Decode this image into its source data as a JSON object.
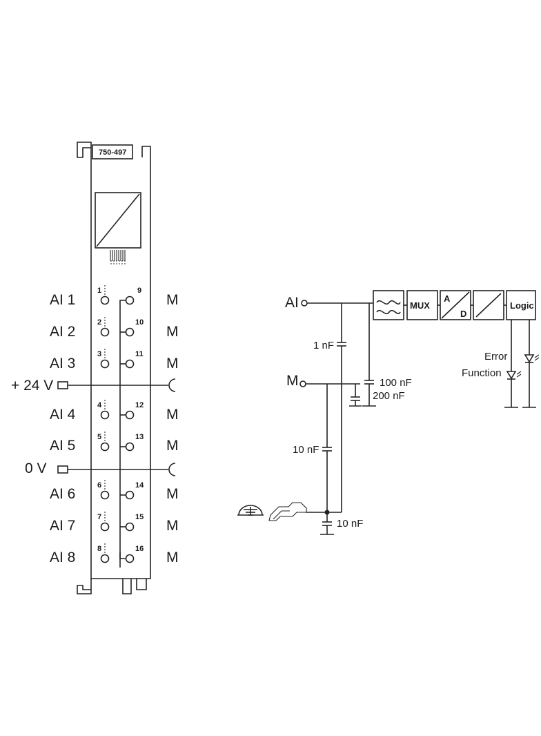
{
  "module": {
    "part_number": "750-497"
  },
  "terminals": [
    {
      "label": "AI 1",
      "left_pin": "1",
      "right_pin": "9",
      "right_label": "M"
    },
    {
      "label": "AI 2",
      "left_pin": "2",
      "right_pin": "10",
      "right_label": "M"
    },
    {
      "label": "AI 3",
      "left_pin": "3",
      "right_pin": "11",
      "right_label": "M"
    },
    {
      "label": "AI 4",
      "left_pin": "4",
      "right_pin": "12",
      "right_label": "M"
    },
    {
      "label": "AI 5",
      "left_pin": "5",
      "right_pin": "13",
      "right_label": "M"
    },
    {
      "label": "AI 6",
      "left_pin": "6",
      "right_pin": "14",
      "right_label": "M"
    },
    {
      "label": "AI 7",
      "left_pin": "7",
      "right_pin": "15",
      "right_label": "M"
    },
    {
      "label": "AI 8",
      "left_pin": "8",
      "right_pin": "16",
      "right_label": "M"
    }
  ],
  "power": {
    "supply_label": "+ 24 V",
    "ground_label": "0 V"
  },
  "circuit": {
    "input_label": "AI",
    "reference_label": "M",
    "capacitors": {
      "c1": "1 nF",
      "c2": "100 nF",
      "c3": "200 nF",
      "c4": "10 nF",
      "c5": "10 nF"
    },
    "blocks": [
      "MUX",
      "Logic"
    ],
    "ad_block": {
      "a": "A",
      "d": "D"
    },
    "led_error": "Error",
    "led_function": "Function"
  }
}
